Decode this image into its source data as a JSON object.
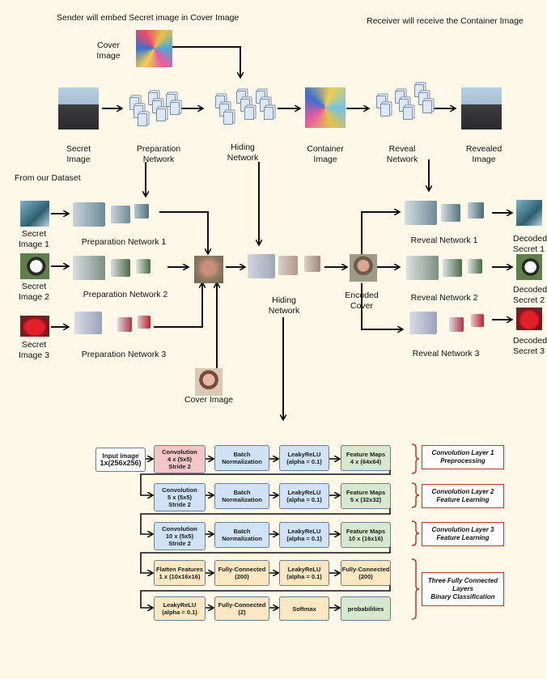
{
  "top": {
    "sender_caption": "Sender will embed Secret image in  Cover Image",
    "receiver_caption": "Receiver will receive the Container Image",
    "cover_image_label": "Cover\nImage",
    "secret_label": "Secret\nImage",
    "preparation_label": "Preparation\nNetwork",
    "hiding_label": "Hiding\nNetwork",
    "container_label": "Container\nImage",
    "reveal_label": "Reveal\nNetwork",
    "revealed_label": "Revealed\nImage"
  },
  "middle": {
    "dataset_caption": "From our Dataset",
    "secrets": [
      "Secret\nImage 1",
      "Secret\nImage 2",
      "Secret\nImage 3"
    ],
    "prep_networks": [
      "Preparation Network 1",
      "Preparation Network 2",
      "Preparation Network 3"
    ],
    "hiding_label": "Hiding\nNetwork",
    "encoded_label": "Encoded\nCover",
    "reveal_networks": [
      "Reveal Network 1",
      "Reveal Network 2",
      "Reveal Network 3"
    ],
    "decoded": [
      "Decoded\nSecret 1",
      "Decoded\nSecret 2",
      "Decoded\nSecret 3"
    ],
    "cover_label": "Cover Image"
  },
  "cnn": {
    "input": [
      "Input image",
      "1x(256x256)"
    ],
    "rows": [
      {
        "boxes": [
          [
            "Convolution",
            "4 x (5x5)",
            "Stride 2"
          ],
          [
            "Batch",
            "Normalization"
          ],
          [
            "LeakyReLU",
            "(alpha = 0.1)"
          ],
          [
            "Feature Maps",
            "4 x (64x64)"
          ]
        ],
        "label": [
          "Convolution Layer 1",
          "Preprocessing"
        ]
      },
      {
        "boxes": [
          [
            "Convolution",
            "5 x (5x5)",
            "Stride 2"
          ],
          [
            "Batch",
            "Normalization"
          ],
          [
            "LeakyReLU",
            "(alpha = 0.1)"
          ],
          [
            "Feature Maps",
            "5 x (32x32)"
          ]
        ],
        "label": [
          "Convolution Layer 2",
          "Feature Learning"
        ]
      },
      {
        "boxes": [
          [
            "Convolution",
            "10 x (5x5)",
            "Stride 2"
          ],
          [
            "Batch",
            "Normalization"
          ],
          [
            "LeakyReLU",
            "(alpha = 0.1)"
          ],
          [
            "Feature Maps",
            "10 x (16x16)"
          ]
        ],
        "label": [
          "Convolution Layer 3",
          "Feature Learning"
        ]
      },
      {
        "boxes": [
          [
            "Flatten Features",
            "1 x (10x16x16)"
          ],
          [
            "Fully-Connected",
            "(200)"
          ],
          [
            "LeakyReLU",
            "(alpha = 0.1)"
          ],
          [
            "Fully-Connected",
            "(200)"
          ]
        ],
        "label": [
          "Three Fully Connected",
          "Layers",
          "Binary Classification"
        ]
      },
      {
        "boxes": [
          [
            "LeakyReLU",
            "(alpha = 0.1)"
          ],
          [
            "Fully-Connected",
            "(2)"
          ],
          [
            "Softmax"
          ],
          [
            "probabilities"
          ]
        ]
      }
    ]
  },
  "colors": {
    "background": "#fdf8e8",
    "conv_first": "#f5c6c8",
    "conv": "#cfe2f6",
    "feature": "#d6e9cf",
    "fc": "#fbe7c1",
    "bracket": "#c0392b"
  }
}
